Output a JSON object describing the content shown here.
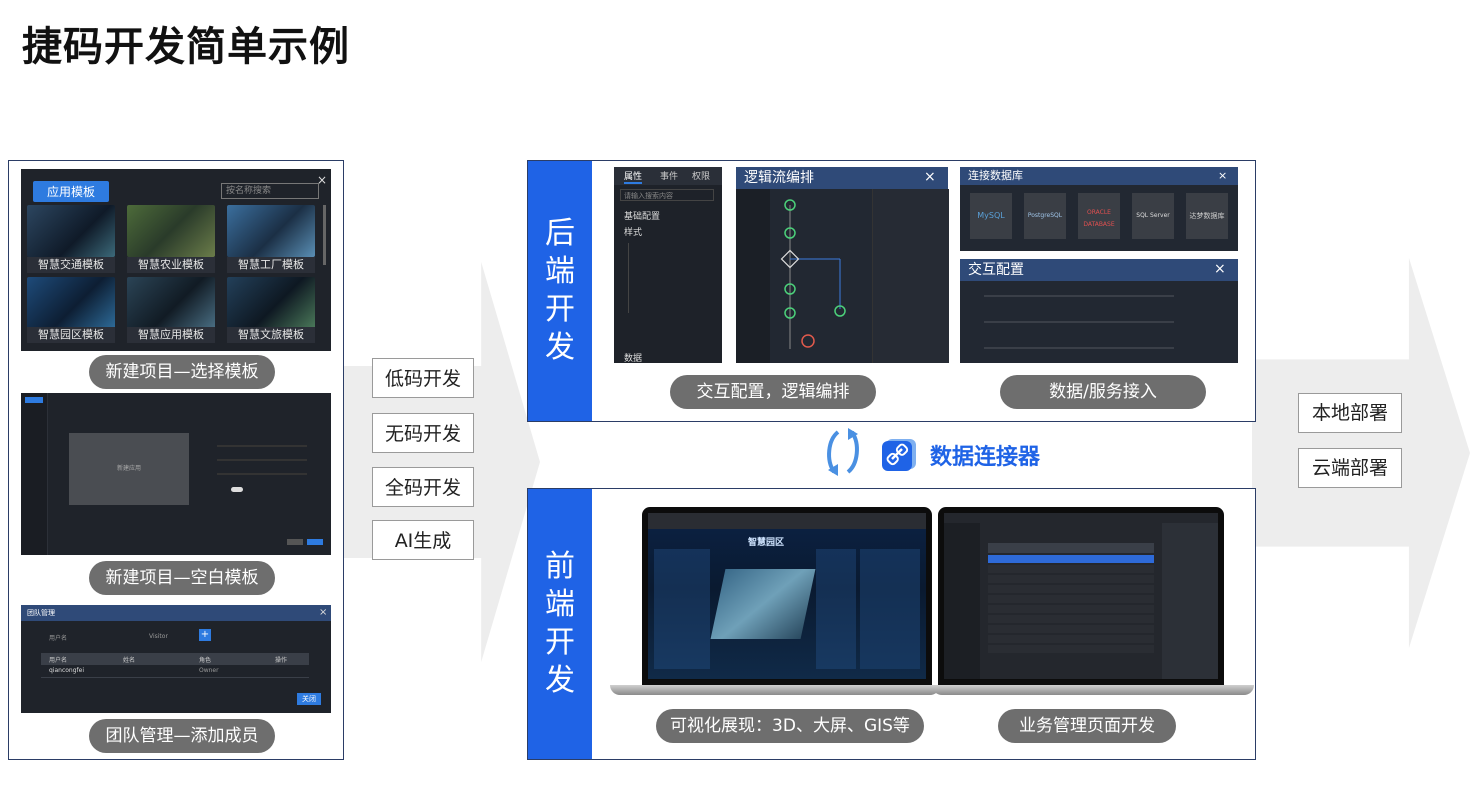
{
  "title": "捷码开发简单示例",
  "left_panel": {
    "template_dialog": {
      "button": "应用模板",
      "search_placeholder": "按名称搜索",
      "close": "×",
      "templates": [
        "智慧交通模板",
        "智慧农业模板",
        "智慧工厂模板",
        "智慧园区模板",
        "智慧应用模板",
        "智慧文旅模板"
      ]
    },
    "blank_dialog": {
      "hint": "新建应用"
    },
    "team_dialog": {
      "title": "团队管理",
      "close": "×",
      "user_placeholder": "用户名",
      "role_select": "Visitor",
      "columns": [
        "用户名",
        "姓名",
        "角色",
        "操作"
      ],
      "row_user": "qiancongfei",
      "row_role": "Owner",
      "confirm": "关闭"
    },
    "captions": [
      "新建项目—选择模板",
      "新建项目—空白模板",
      "团队管理—添加成员"
    ]
  },
  "methods": [
    "低码开发",
    "无码开发",
    "全码开发",
    "AI生成"
  ],
  "backend": {
    "label": [
      "后",
      "端",
      "开",
      "发"
    ],
    "props_panel": {
      "tabs": [
        "属性",
        "事件",
        "权限"
      ],
      "search_placeholder": "请输入搜索内容",
      "rows": [
        "基础配置",
        "样式",
        "数据"
      ]
    },
    "logic_panel": {
      "title": "逻辑流编排",
      "close": "×"
    },
    "db_panel": {
      "title": "连接数据库",
      "close": "×",
      "databases": [
        "MySQL",
        "PostgreSQL",
        "ORACLE DATABASE",
        "SQL Server",
        "达梦数据库"
      ]
    },
    "interaction_panel": {
      "title": "交互配置",
      "close": "×"
    },
    "captions": [
      "交互配置，逻辑编排",
      "数据/服务接入"
    ]
  },
  "connector": {
    "label": "数据连接器"
  },
  "frontend": {
    "label": [
      "前",
      "端",
      "开",
      "发"
    ],
    "screen_title": "智慧园区",
    "captions": [
      "可视化展现：3D、大屏、GIS等",
      "业务管理页面开发"
    ]
  },
  "deploy": [
    "本地部署",
    "云端部署"
  ],
  "colors": {
    "accent_blue": "#1f63e6",
    "frame_border": "#2b3d66",
    "pill_gray": "#6e6e6e",
    "arrow_gray": "#ededed"
  }
}
